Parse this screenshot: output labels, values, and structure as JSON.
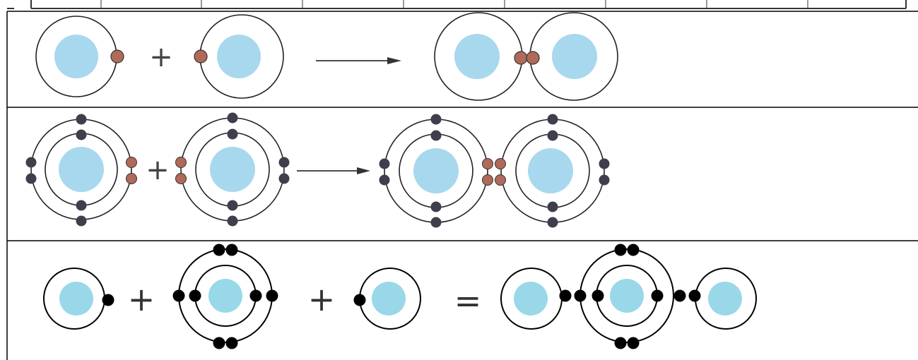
{
  "diagram": {
    "rows": [
      {
        "id": "row-1",
        "operator_1": "+",
        "result_arrow": "arrow"
      },
      {
        "id": "row-2",
        "operator_1": "+",
        "result_arrow": "arrow"
      },
      {
        "id": "row-3",
        "operator_1": "+",
        "operator_2": "+",
        "result_sign": "="
      }
    ],
    "colors": {
      "nucleus": "#a8d8ee",
      "nucleus_row3": "#99d8e8",
      "shared_electron": "#b06a5a",
      "inner_electron": "#3e3e4c",
      "electron_black": "#000000",
      "line": "#1a1a1a"
    }
  }
}
